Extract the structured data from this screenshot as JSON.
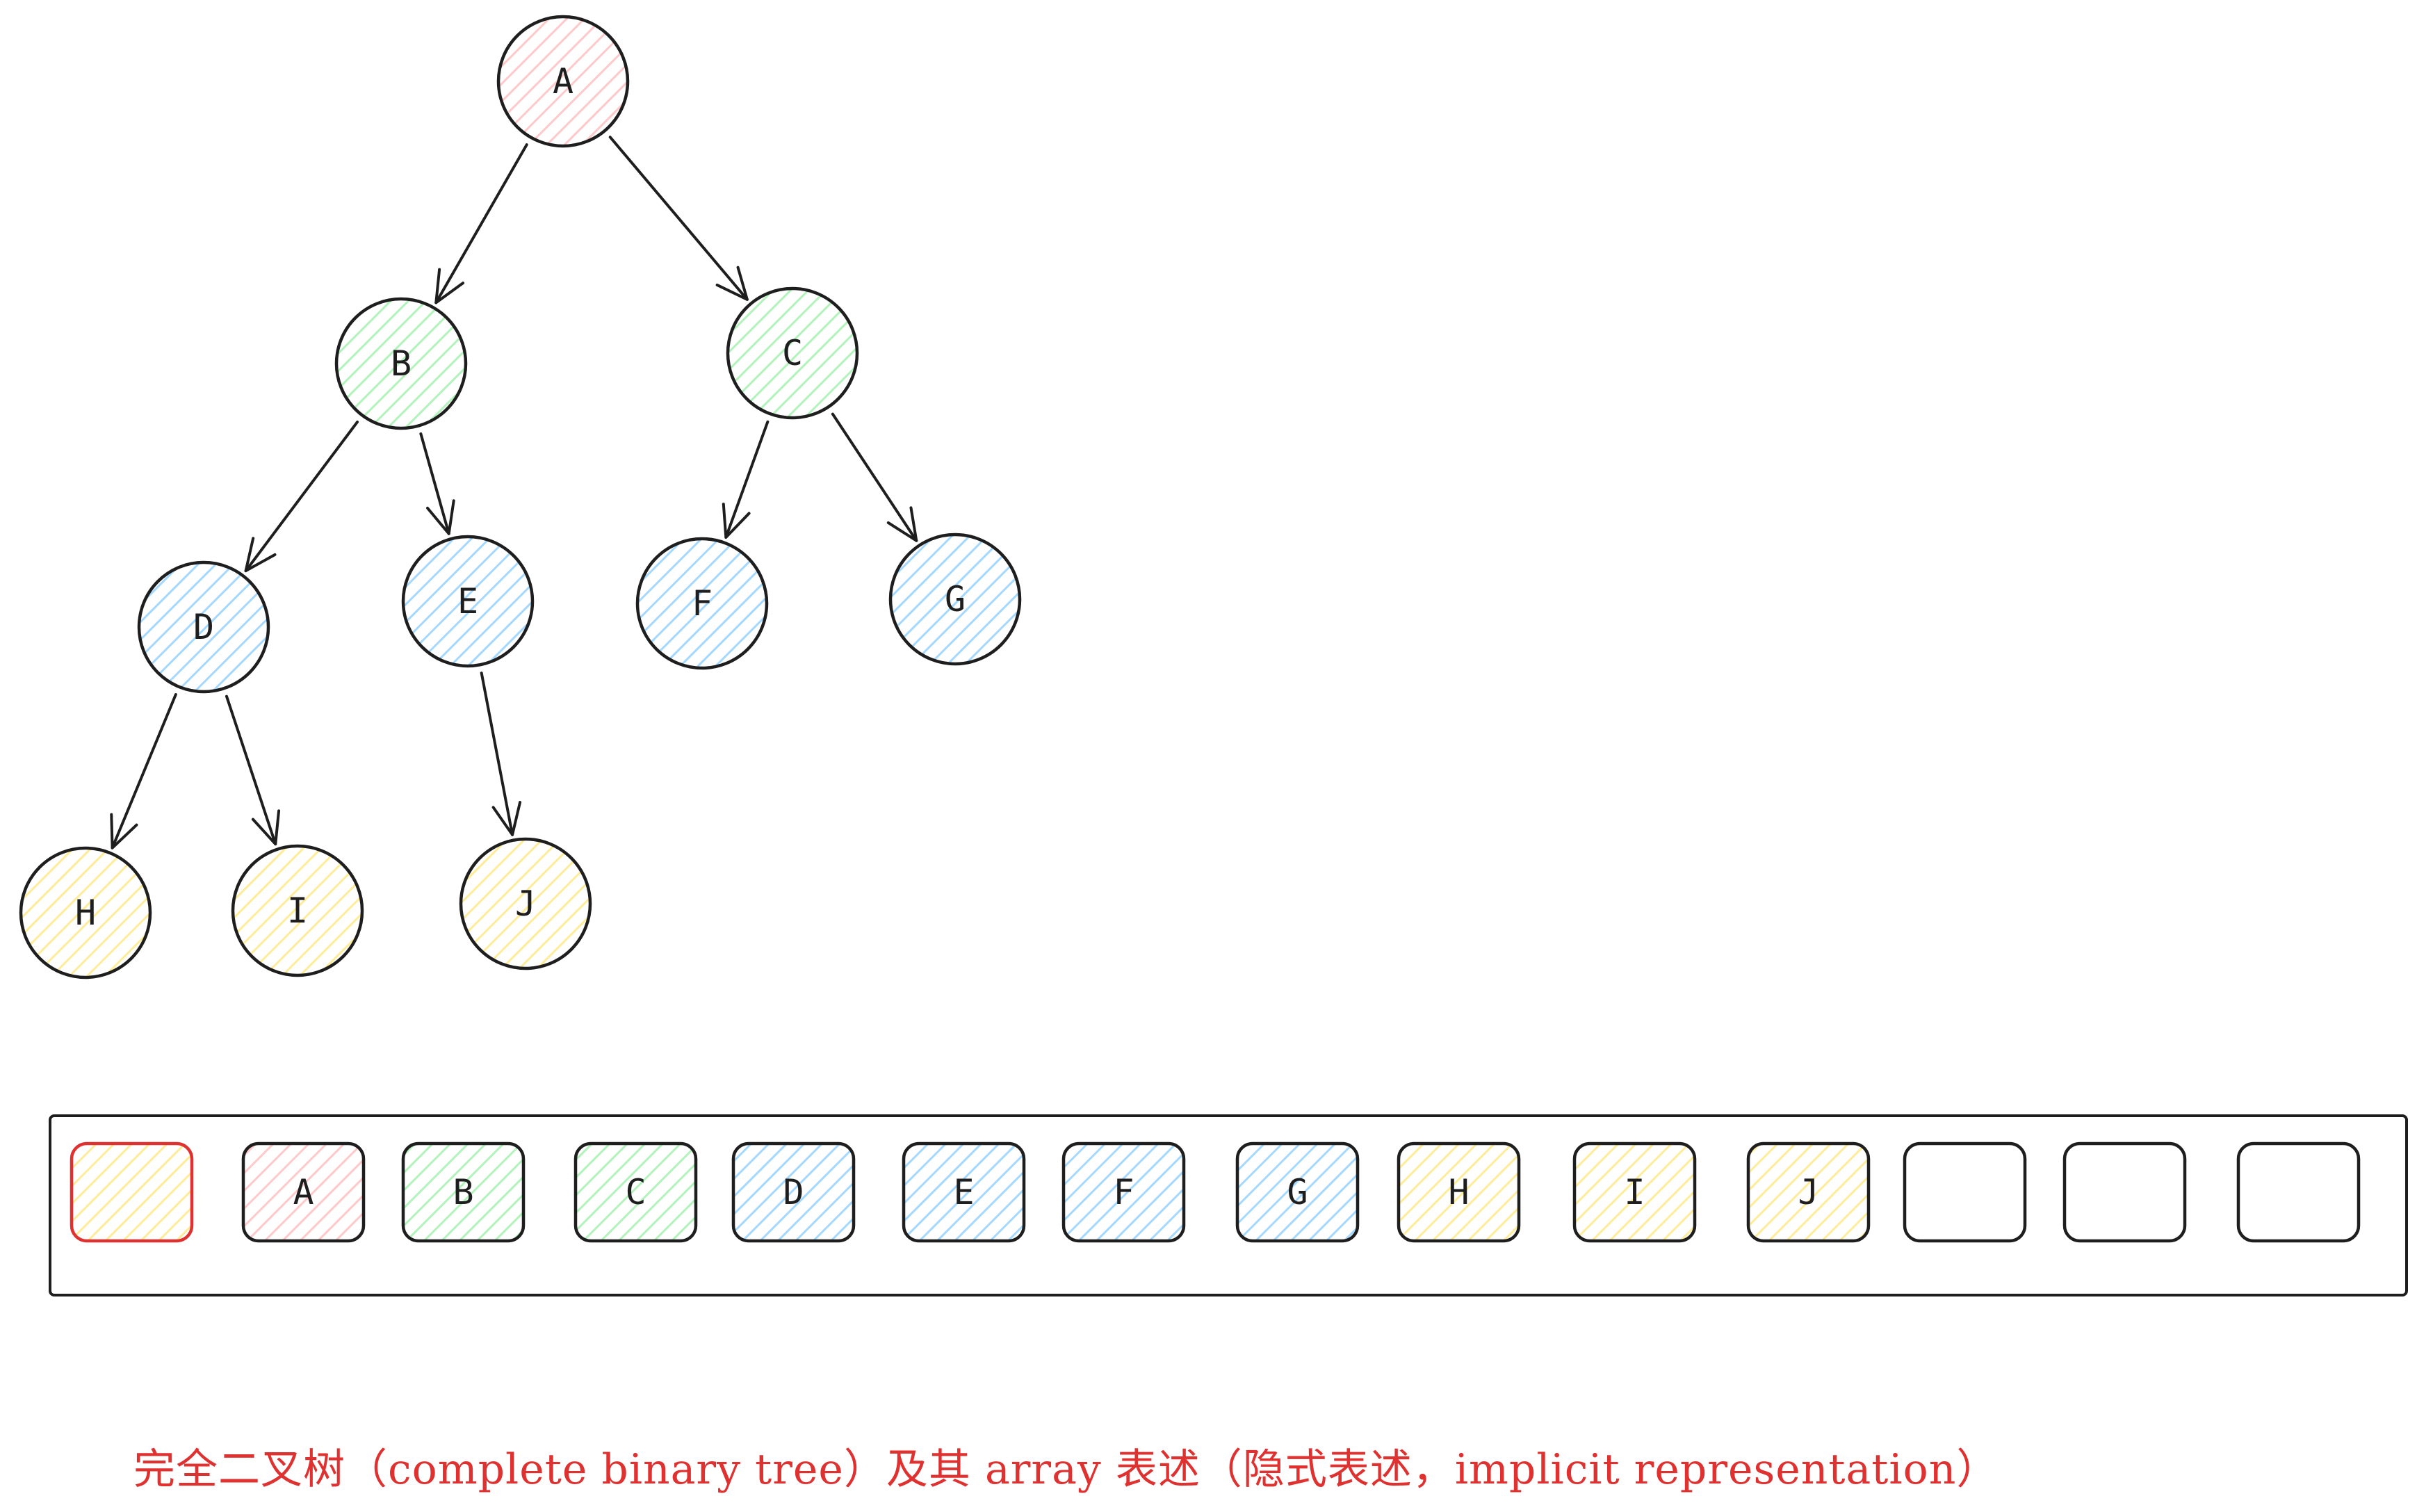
{
  "colors": {
    "stroke": "#1e1e1e",
    "red": "#ffc9c9",
    "green": "#b2f2bb",
    "blue": "#a5d8ff",
    "yellow": "#ffec99",
    "highlight_border": "#e03131",
    "caption": "#e03131"
  },
  "tree": {
    "nodes": [
      {
        "id": "A",
        "label": "A",
        "color": "red"
      },
      {
        "id": "B",
        "label": "B",
        "color": "green"
      },
      {
        "id": "C",
        "label": "C",
        "color": "green"
      },
      {
        "id": "D",
        "label": "D",
        "color": "blue"
      },
      {
        "id": "E",
        "label": "E",
        "color": "blue"
      },
      {
        "id": "F",
        "label": "F",
        "color": "blue"
      },
      {
        "id": "G",
        "label": "G",
        "color": "blue"
      },
      {
        "id": "H",
        "label": "H",
        "color": "yellow"
      },
      {
        "id": "I",
        "label": "I",
        "color": "yellow"
      },
      {
        "id": "J",
        "label": "J",
        "color": "yellow"
      }
    ],
    "edges": [
      [
        "A",
        "B"
      ],
      [
        "A",
        "C"
      ],
      [
        "B",
        "D"
      ],
      [
        "B",
        "E"
      ],
      [
        "C",
        "F"
      ],
      [
        "C",
        "G"
      ],
      [
        "D",
        "H"
      ],
      [
        "D",
        "I"
      ],
      [
        "E",
        "J"
      ]
    ]
  },
  "array": {
    "cells": [
      {
        "label": "",
        "color": "yellow",
        "highlight": true
      },
      {
        "label": "A",
        "color": "red"
      },
      {
        "label": "B",
        "color": "green"
      },
      {
        "label": "C",
        "color": "green"
      },
      {
        "label": "D",
        "color": "blue"
      },
      {
        "label": "E",
        "color": "blue"
      },
      {
        "label": "F",
        "color": "blue"
      },
      {
        "label": "G",
        "color": "blue"
      },
      {
        "label": "H",
        "color": "yellow"
      },
      {
        "label": "I",
        "color": "yellow"
      },
      {
        "label": "J",
        "color": "yellow"
      },
      {
        "label": "",
        "color": "none"
      },
      {
        "label": "",
        "color": "none"
      },
      {
        "label": "",
        "color": "none"
      }
    ]
  },
  "caption": "完全二叉树（complete binary tree）及其 array 表述（隐式表述，implicit representation）"
}
